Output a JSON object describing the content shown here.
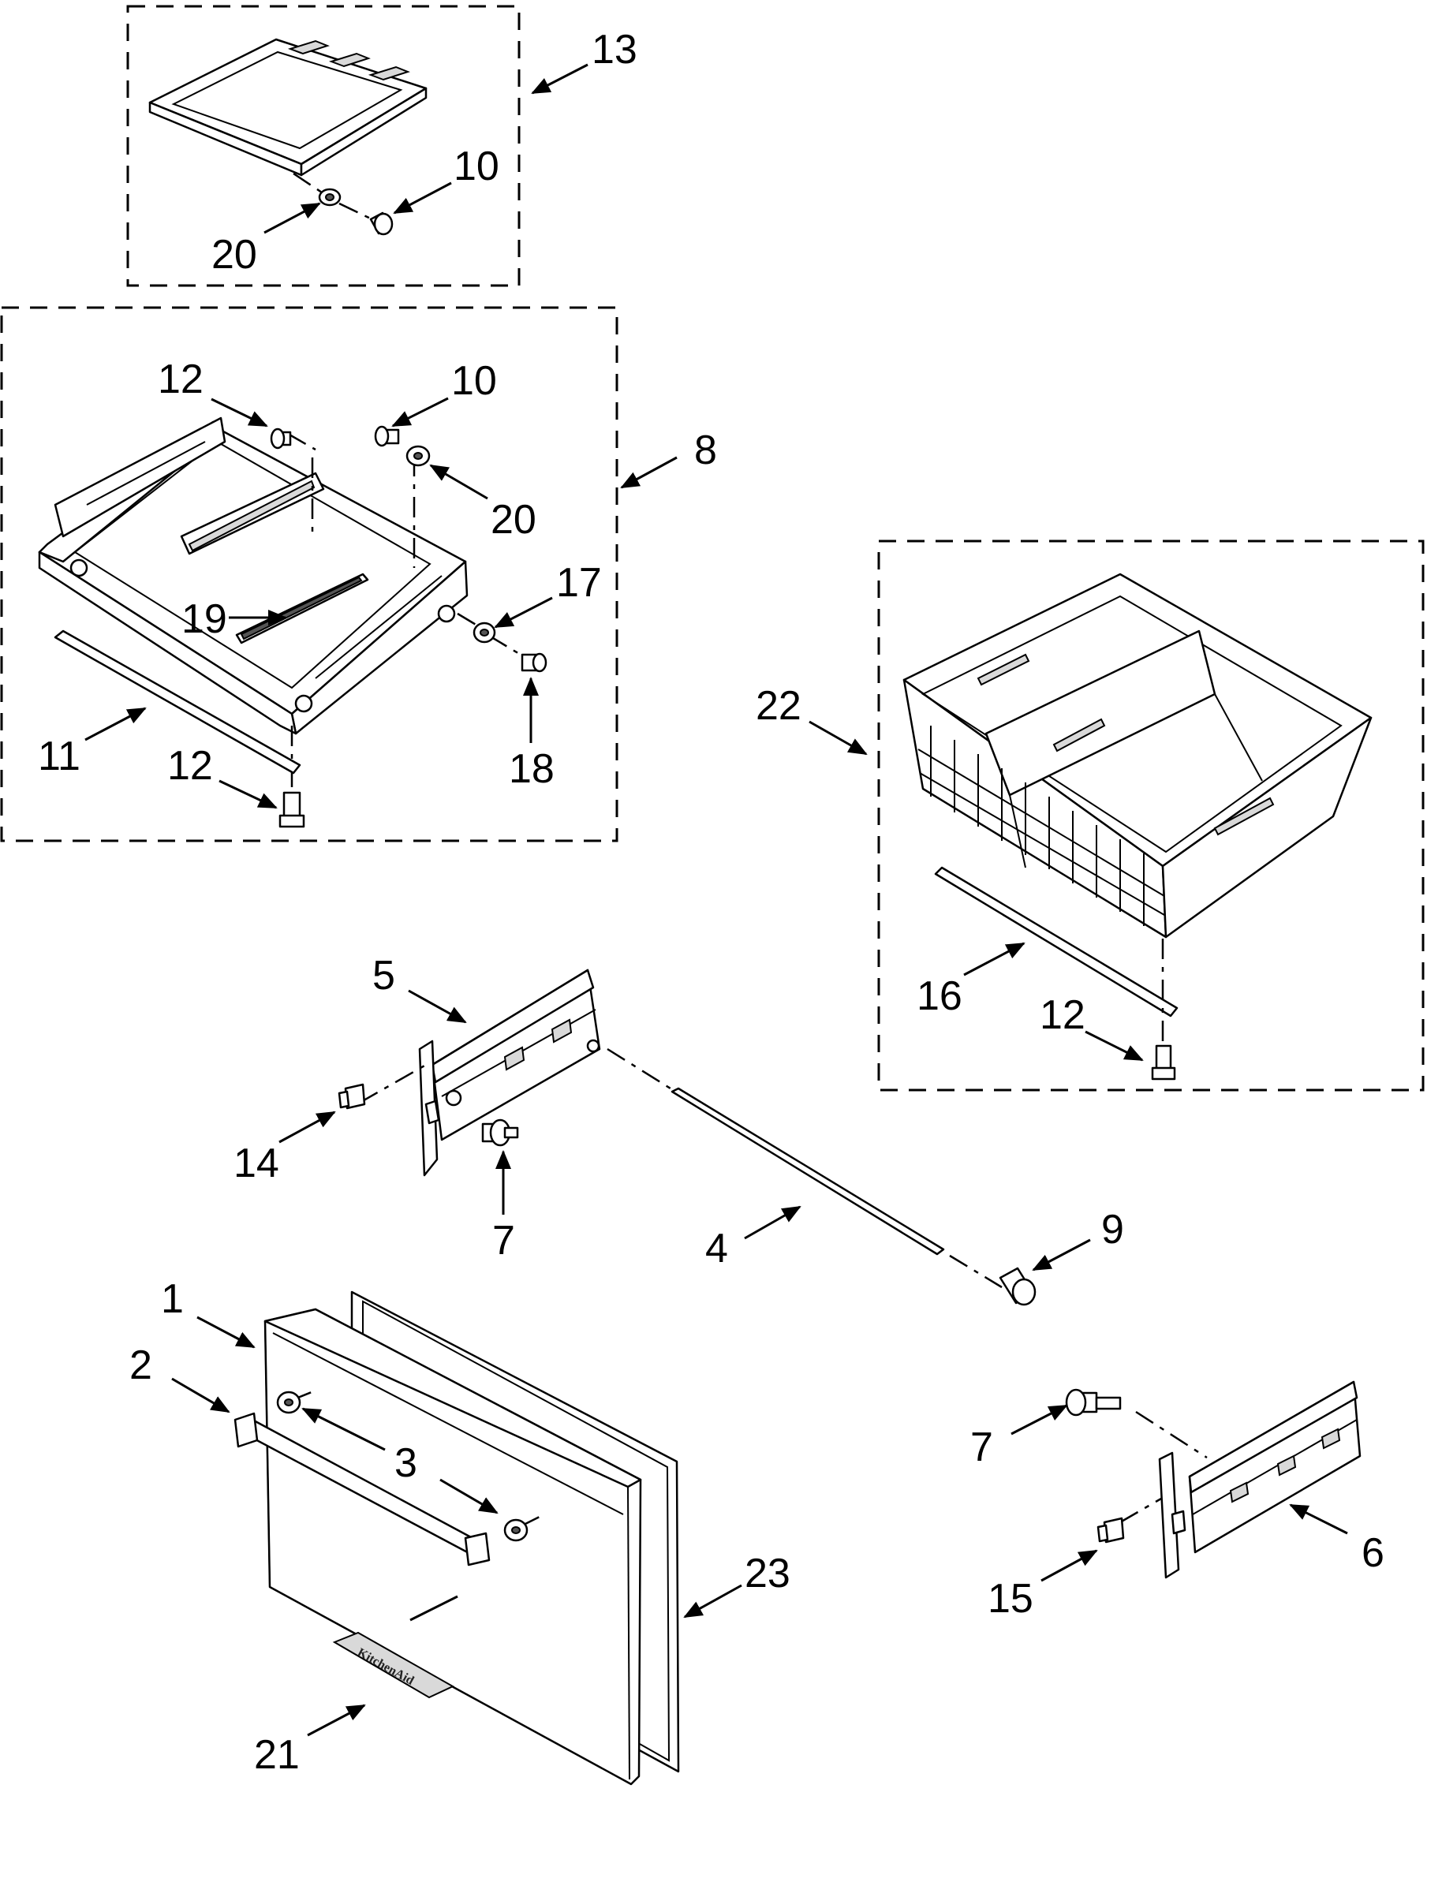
{
  "diagram": {
    "callouts": [
      {
        "id": "c13",
        "text": "13"
      },
      {
        "id": "c10a",
        "text": "10"
      },
      {
        "id": "c20a",
        "text": "20"
      },
      {
        "id": "c12a",
        "text": "12"
      },
      {
        "id": "c10b",
        "text": "10"
      },
      {
        "id": "c8",
        "text": "8"
      },
      {
        "id": "c20b",
        "text": "20"
      },
      {
        "id": "c17",
        "text": "17"
      },
      {
        "id": "c19",
        "text": "19"
      },
      {
        "id": "c11",
        "text": "11"
      },
      {
        "id": "c12b",
        "text": "12"
      },
      {
        "id": "c18",
        "text": "18"
      },
      {
        "id": "c22",
        "text": "22"
      },
      {
        "id": "c16",
        "text": "16"
      },
      {
        "id": "c12c",
        "text": "12"
      },
      {
        "id": "c5",
        "text": "5"
      },
      {
        "id": "c14",
        "text": "14"
      },
      {
        "id": "c7a",
        "text": "7"
      },
      {
        "id": "c4",
        "text": "4"
      },
      {
        "id": "c9",
        "text": "9"
      },
      {
        "id": "c1",
        "text": "1"
      },
      {
        "id": "c2",
        "text": "2"
      },
      {
        "id": "c3",
        "text": "3"
      },
      {
        "id": "c23",
        "text": "23"
      },
      {
        "id": "c21",
        "text": "21"
      },
      {
        "id": "c7b",
        "text": "7"
      },
      {
        "id": "c6",
        "text": "6"
      },
      {
        "id": "c15",
        "text": "15"
      }
    ],
    "badge_text": "KitchenAid"
  }
}
